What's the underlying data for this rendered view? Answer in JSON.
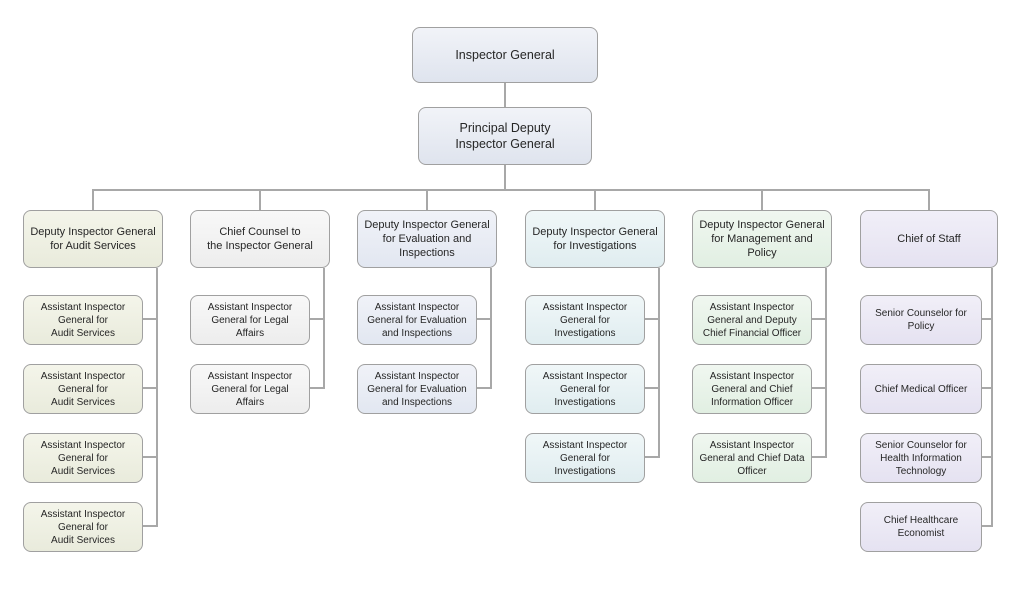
{
  "chart": {
    "root": {
      "label": "Inspector General"
    },
    "deputy": {
      "label": "Principal Deputy\nInspector General"
    },
    "columns": [
      {
        "name": "audit-services",
        "header": {
          "label": "Deputy Inspector General\nfor Audit Services"
        },
        "children": [
          {
            "label": "Assistant Inspector\nGeneral for\nAudit Services"
          },
          {
            "label": "Assistant Inspector\nGeneral for\nAudit Services"
          },
          {
            "label": "Assistant Inspector\nGeneral for\nAudit Services"
          },
          {
            "label": "Assistant Inspector\nGeneral for\nAudit Services"
          }
        ]
      },
      {
        "name": "chief-counsel",
        "header": {
          "label": "Chief Counsel to\nthe Inspector General"
        },
        "children": [
          {
            "label": "Assistant Inspector\nGeneral for Legal\nAffairs"
          },
          {
            "label": "Assistant Inspector\nGeneral for Legal\nAffairs"
          }
        ]
      },
      {
        "name": "evaluation-inspections",
        "header": {
          "label": "Deputy Inspector General\nfor Evaluation and\nInspections"
        },
        "children": [
          {
            "label": "Assistant Inspector\nGeneral for Evaluation\nand Inspections"
          },
          {
            "label": "Assistant Inspector\nGeneral for Evaluation\nand Inspections"
          }
        ]
      },
      {
        "name": "investigations",
        "header": {
          "label": "Deputy Inspector General\nfor Investigations"
        },
        "children": [
          {
            "label": "Assistant Inspector\nGeneral for\nInvestigations"
          },
          {
            "label": "Assistant Inspector\nGeneral for\nInvestigations"
          },
          {
            "label": "Assistant Inspector\nGeneral for\nInvestigations"
          }
        ]
      },
      {
        "name": "management-policy",
        "header": {
          "label": "Deputy Inspector General\nfor Management and\nPolicy"
        },
        "children": [
          {
            "label": "Assistant Inspector\nGeneral and Deputy\nChief Financial Officer"
          },
          {
            "label": "Assistant Inspector\nGeneral and Chief\nInformation Officer"
          },
          {
            "label": "Assistant Inspector\nGeneral and Chief Data\nOfficer"
          }
        ]
      },
      {
        "name": "chief-of-staff",
        "header": {
          "label": "Chief of Staff"
        },
        "children": [
          {
            "label": "Senior Counselor for\nPolicy"
          },
          {
            "label": "Chief Medical Officer"
          },
          {
            "label": "Senior Counselor for\nHealth Information\nTechnology"
          },
          {
            "label": "Chief Healthcare\nEconomist"
          }
        ]
      }
    ]
  },
  "palette": {
    "executive_fill": "#e3e7f0",
    "audit_fill": "#edefe0",
    "counsel_fill": "#f0f0f0",
    "evaluation_fill": "#e6eaf2",
    "investigations_fill": "#e3eff2",
    "management_fill": "#e5f0e4",
    "staff_fill": "#e9e6f3",
    "border": "#a0a0a0",
    "connector": "#a8a8a8",
    "text": "#262626"
  }
}
